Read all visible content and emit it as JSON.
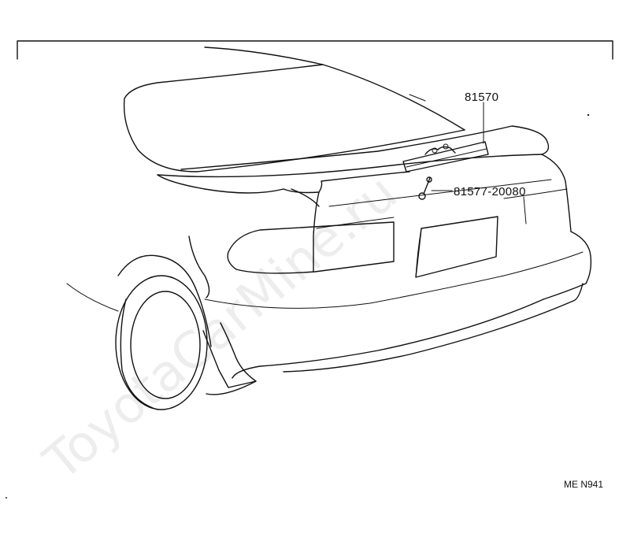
{
  "watermark": "ToyotaCarMine.ru",
  "callouts": [
    {
      "part_number": "81570"
    },
    {
      "part_number": "81577-20080"
    }
  ],
  "diagram_code": "ME N941"
}
